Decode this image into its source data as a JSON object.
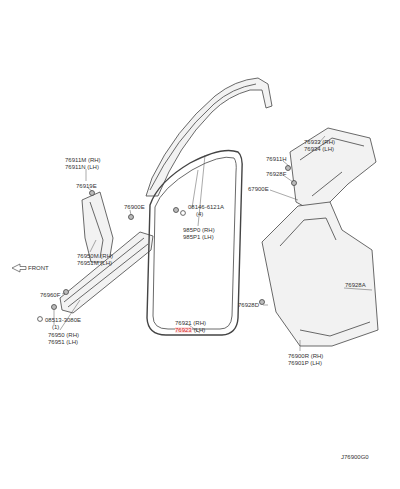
{
  "diagram": {
    "labels": [
      "76911M (RH)",
      "76911N (LH)",
      "76919E",
      "76900E",
      "76950M (RH)",
      "76951M (LH)",
      "76960F",
      "08513-3080E",
      "(1)",
      "76950 (RH)",
      "76951 (LH)",
      "FRONT",
      "08146-6121A",
      "(4)",
      "985P0 (RH)",
      "985P1 (LH)",
      "76921 (RH)",
      "76923",
      "(LH)",
      "76933 (RH)",
      "76934 (LH)",
      "76911H",
      "76928F",
      "67900E",
      "76928A",
      "76928D",
      "76900R (RH)",
      "76901P (LH)",
      "J76900G0"
    ]
  }
}
